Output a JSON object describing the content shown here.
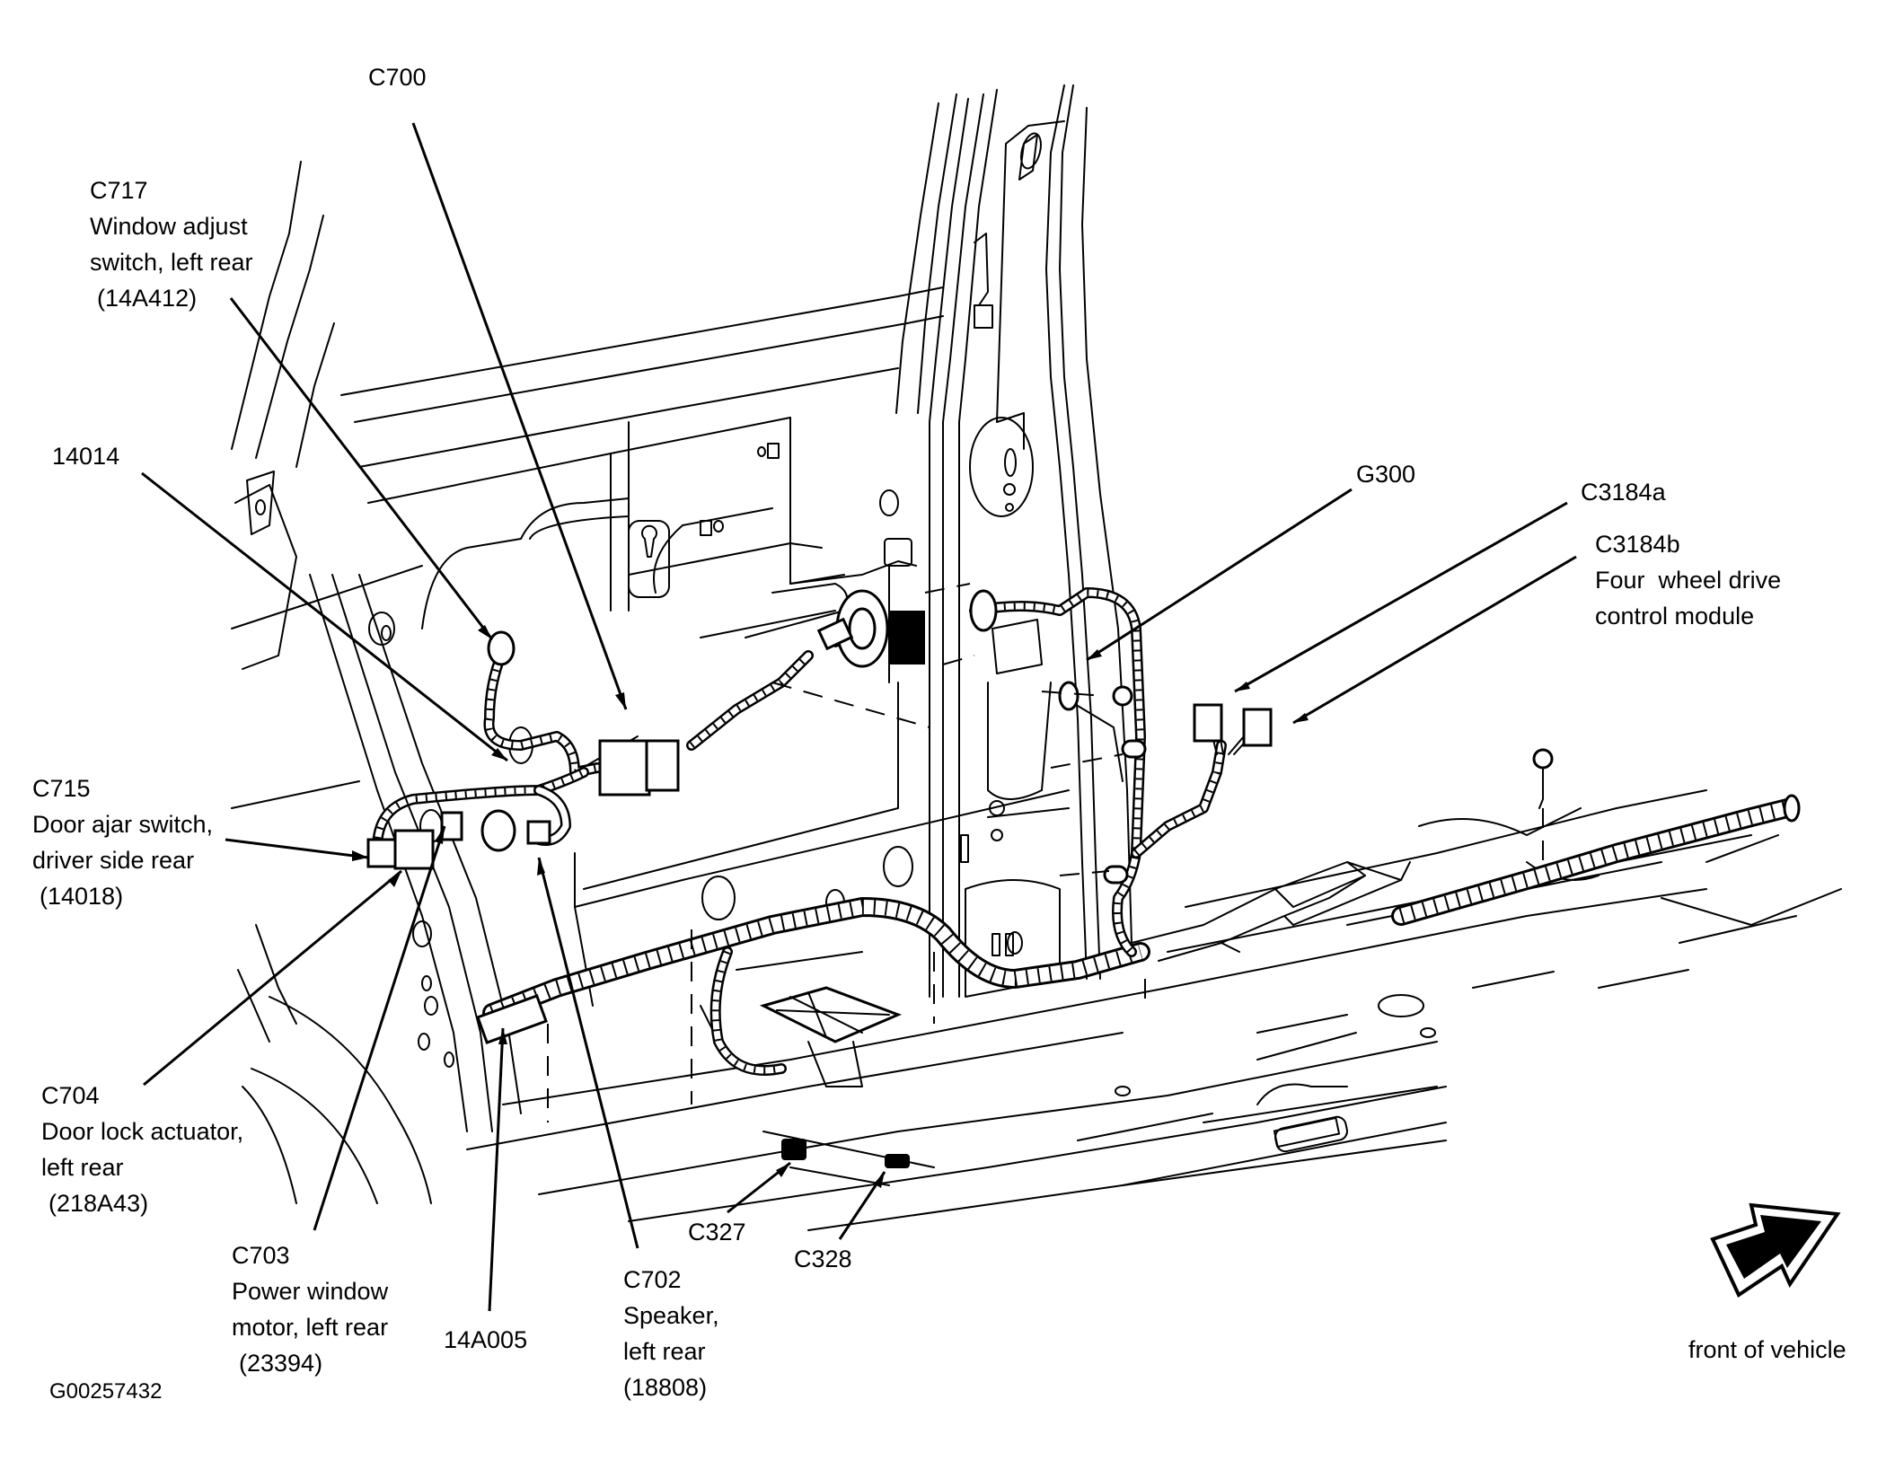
{
  "figure": {
    "title": "Left rear door and floor wiring harness component locations",
    "figure_id": "G00257432",
    "orientation_label": "front of vehicle",
    "orientation_icon": "front-direction-arrow-icon"
  },
  "labels": {
    "c700": {
      "code": "C700"
    },
    "c717": {
      "code": "C717",
      "desc_line1": "Window adjust",
      "desc_line2": "switch, left rear",
      "part": "(14A412)"
    },
    "p14014": {
      "code": "14014"
    },
    "c715": {
      "code": "C715",
      "desc_line1": "Door ajar switch,",
      "desc_line2": "driver side rear",
      "part": "(14018)"
    },
    "c704": {
      "code": "C704",
      "desc_line1": "Door lock actuator,",
      "desc_line2": "left rear",
      "part": "(218A43)"
    },
    "c703": {
      "code": "C703",
      "desc_line1": "Power window",
      "desc_line2": "motor, left rear",
      "part": "(23394)"
    },
    "p14a005": {
      "code": "14A005"
    },
    "c702": {
      "code": "C702",
      "desc_line1": "Speaker,",
      "desc_line2": "left rear",
      "part": "(18808)"
    },
    "c327": {
      "code": "C327"
    },
    "c328": {
      "code": "C328"
    },
    "g300": {
      "code": "G300"
    },
    "c3184a": {
      "code": "C3184a"
    },
    "c3184b": {
      "code": "C3184b",
      "desc_line1": "Four  wheel drive",
      "desc_line2": "control module"
    }
  }
}
